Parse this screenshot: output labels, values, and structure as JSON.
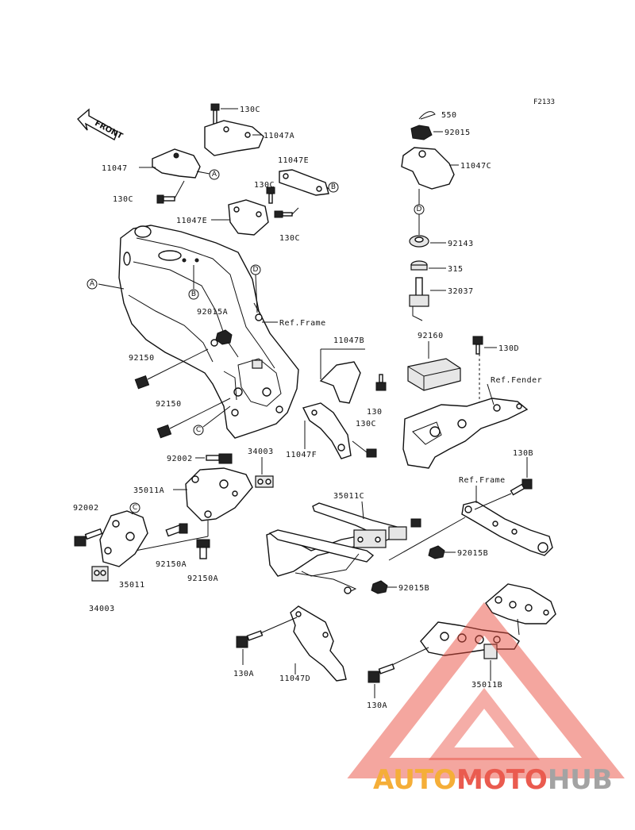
{
  "figure_code": "F2133",
  "front_arrow_label": "FRONT",
  "parts": [
    {
      "id": "p-130c-top",
      "label": "130C"
    },
    {
      "id": "p-11047a",
      "label": "11047A"
    },
    {
      "id": "p-11047",
      "label": "11047"
    },
    {
      "id": "p-130c-left",
      "label": "130C"
    },
    {
      "id": "p-11047e-top",
      "label": "11047E"
    },
    {
      "id": "p-130c-mid",
      "label": "130C"
    },
    {
      "id": "p-11047e-low",
      "label": "11047E"
    },
    {
      "id": "p-130c-mid2",
      "label": "130C"
    },
    {
      "id": "p-550",
      "label": "550"
    },
    {
      "id": "p-92015",
      "label": "92015"
    },
    {
      "id": "p-11047c",
      "label": "11047C"
    },
    {
      "id": "p-92143",
      "label": "92143"
    },
    {
      "id": "p-315",
      "label": "315"
    },
    {
      "id": "p-32037",
      "label": "32037"
    },
    {
      "id": "p-92015a",
      "label": "92015A"
    },
    {
      "id": "p-ref-frame-1",
      "label": "Ref.Frame"
    },
    {
      "id": "p-11047b",
      "label": "11047B"
    },
    {
      "id": "p-92160",
      "label": "92160"
    },
    {
      "id": "p-130d",
      "label": "130D"
    },
    {
      "id": "p-ref-fender",
      "label": "Ref.Fender"
    },
    {
      "id": "p-92150",
      "label": "92150"
    },
    {
      "id": "p-92150-2",
      "label": "92150"
    },
    {
      "id": "p-130",
      "label": "130"
    },
    {
      "id": "p-130c-low",
      "label": "130C"
    },
    {
      "id": "p-11047f",
      "label": "11047F"
    },
    {
      "id": "p-92002-top",
      "label": "92002"
    },
    {
      "id": "p-34003-top",
      "label": "34003"
    },
    {
      "id": "p-35011a",
      "label": "35011A"
    },
    {
      "id": "p-130b",
      "label": "130B"
    },
    {
      "id": "p-35011c",
      "label": "35011C"
    },
    {
      "id": "p-ref-frame-2",
      "label": "Ref.Frame"
    },
    {
      "id": "p-92002-left",
      "label": "92002"
    },
    {
      "id": "p-92150a-1",
      "label": "92150A"
    },
    {
      "id": "p-35011",
      "label": "35011"
    },
    {
      "id": "p-92150a-2",
      "label": "92150A"
    },
    {
      "id": "p-92015b-1",
      "label": "92015B"
    },
    {
      "id": "p-92015b-2",
      "label": "92015B"
    },
    {
      "id": "p-34003-low",
      "label": "34003"
    },
    {
      "id": "p-130a-1",
      "label": "130A"
    },
    {
      "id": "p-11047d",
      "label": "11047D"
    },
    {
      "id": "p-35011b",
      "label": "35011B"
    },
    {
      "id": "p-130a-2",
      "label": "130A"
    }
  ],
  "callouts": {
    "a": "A",
    "b": "B",
    "c": "C",
    "d": "D"
  },
  "watermark": {
    "part1": "AUTO",
    "part2": "MOTO",
    "part3": "HUB",
    "color_orange": "#f5a623",
    "color_red": "#e84a3c",
    "color_grey": "#9a9a9a",
    "triangle_color": "#e84a3c"
  }
}
